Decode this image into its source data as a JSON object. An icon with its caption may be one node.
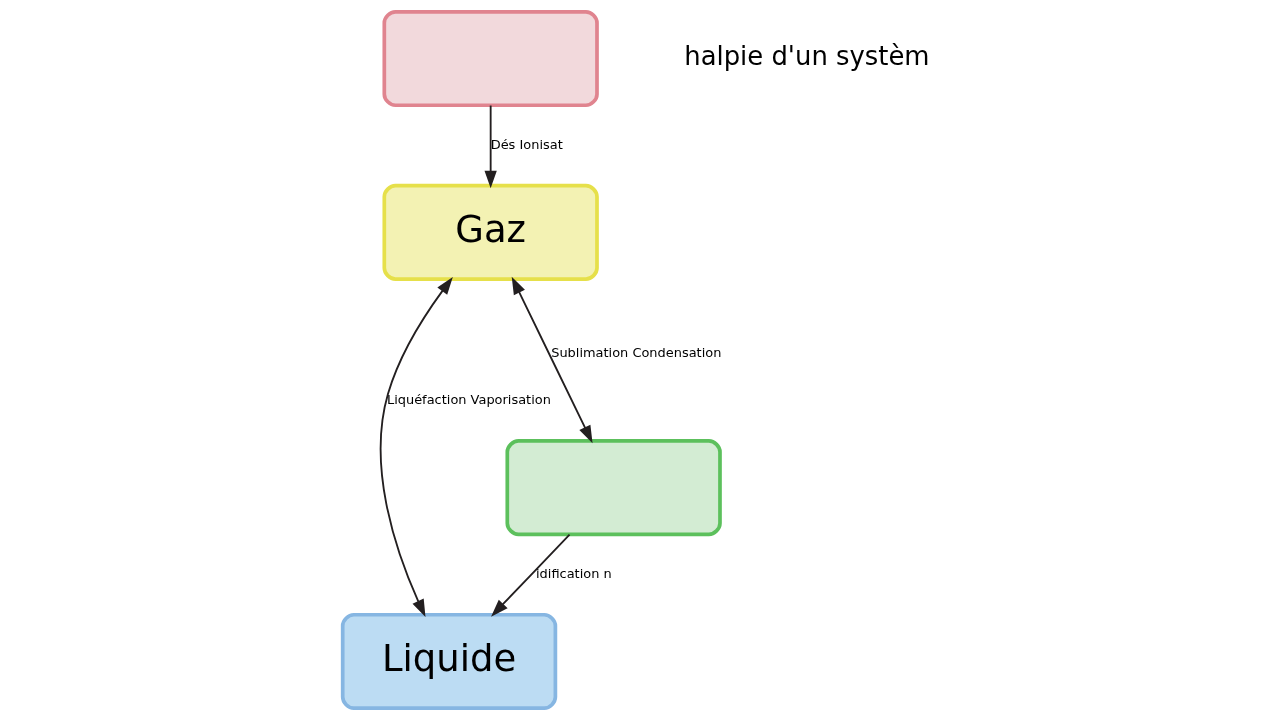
{
  "diagram": {
    "nodes": [
      {
        "text": [],
        "shape": "box"
      },
      {
        "text": [
          "Gaz"
        ]
      },
      {
        "text": [
          "Liquide"
        ]
      },
      {
        "text": [],
        "shape": "box"
      }
    ],
    "edges": [
      {
        "from": 0,
        "to": 1,
        "arrow": "to",
        "label": "Dés Ionisat"
      },
      {
        "from": 1,
        "to": 2,
        "arrow": "both",
        "label": "Liquéfaction Vaporisation"
      },
      {
        "from": 1,
        "to": 3,
        "arrow": "both",
        "label": "Sublimation Condensation"
      },
      {
        "from": 3,
        "to": 2,
        "arrow": "to",
        "label": "idification n"
      }
    ],
    "labels": [
      "halpie d'un systèm"
    ]
  }
}
